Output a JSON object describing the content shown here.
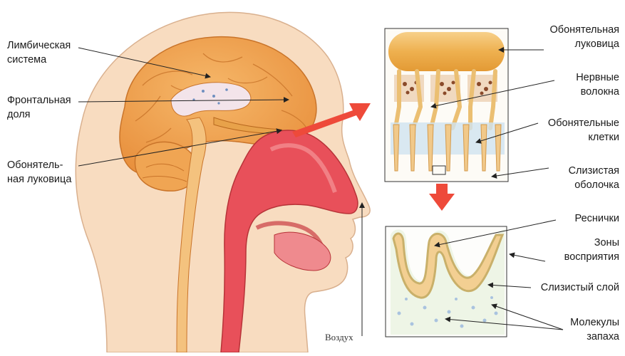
{
  "labels": {
    "limbic": [
      "Лимбическая",
      "система"
    ],
    "frontal": [
      "Фронтальная",
      "доля"
    ],
    "olf_bulb_left": [
      "Обонятель-",
      "ная луковица"
    ],
    "olf_bulb_right": [
      "Обонятельная",
      "луковица"
    ],
    "nerve_fibers": [
      "Нервные",
      "волокна"
    ],
    "olf_cells": [
      "Обонятельные",
      "клетки"
    ],
    "mucosa": [
      "Слизистая",
      "оболочка"
    ],
    "cilia": "Реснички",
    "zones": [
      "Зоны",
      "восприятия"
    ],
    "mucus_layer": "Слизистый слой",
    "molecules": [
      "Молекулы",
      "запаха"
    ],
    "air": "Воздух"
  },
  "colors": {
    "skin": "#f8dcc0",
    "brain": "#f0a553",
    "airway": "#e8505a",
    "arrow": "#ee4a3a",
    "bulb": "#f1b85e",
    "receptor": "#a9cfe6"
  }
}
